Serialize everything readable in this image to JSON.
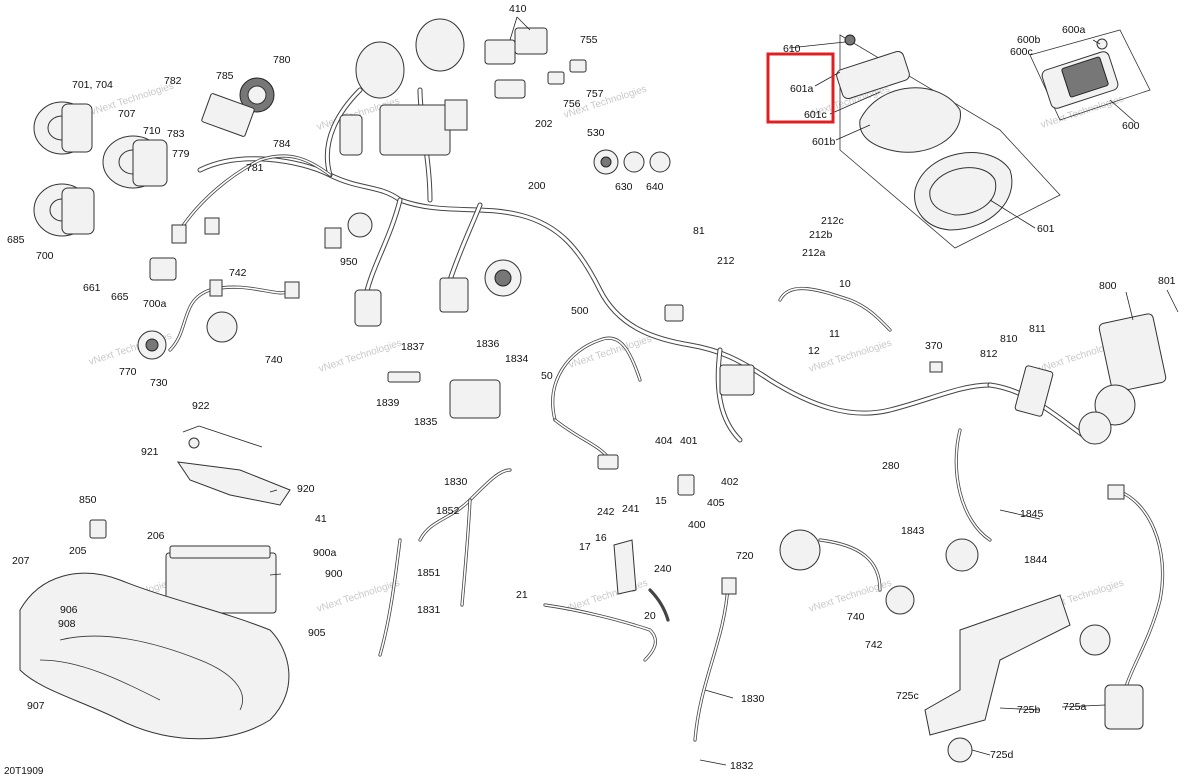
{
  "diagram_code": "20T1909",
  "watermark_text": "vNext Technologies",
  "highlight": {
    "target_label": "601a",
    "color": "#e02020"
  },
  "callouts": [
    "410",
    "755",
    "757",
    "756",
    "202",
    "530",
    "630",
    "640",
    "610",
    "601a",
    "601c",
    "601b",
    "601",
    "600a",
    "600b",
    "600c",
    "600",
    "701, 704",
    "707",
    "710",
    "782",
    "785",
    "780",
    "783",
    "779",
    "781",
    "784",
    "685",
    "700",
    "661",
    "665",
    "700a",
    "742",
    "740",
    "770",
    "730",
    "200",
    "950",
    "500",
    "81",
    "212",
    "212a",
    "212b",
    "212c",
    "10",
    "11",
    "12",
    "800",
    "801",
    "370",
    "810",
    "811",
    "812",
    "1837",
    "1836",
    "1834",
    "1839",
    "1835",
    "50",
    "404",
    "401",
    "402",
    "405",
    "400",
    "280",
    "1845",
    "1843",
    "1844",
    "922",
    "921",
    "920",
    "41",
    "850",
    "206",
    "205",
    "207",
    "900a",
    "900",
    "906",
    "908",
    "905",
    "907",
    "1830",
    "1852",
    "1851",
    "1831",
    "242",
    "241",
    "15",
    "17",
    "16",
    "240",
    "21",
    "20",
    "720",
    "740",
    "742",
    "1830",
    "1832",
    "725c",
    "725b",
    "725a",
    "725d"
  ]
}
